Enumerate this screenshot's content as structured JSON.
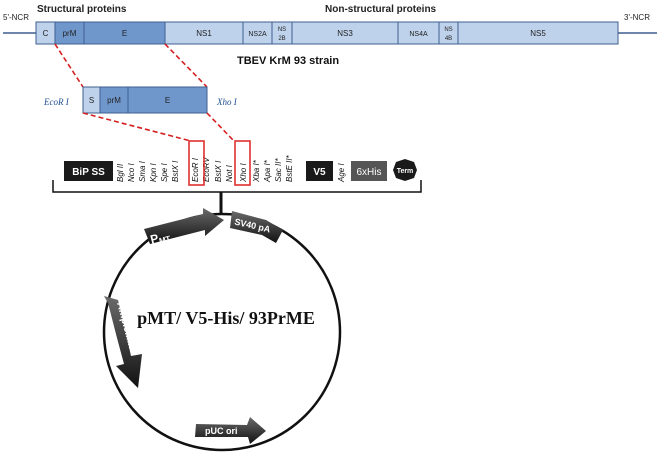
{
  "genome": {
    "header_structural": "Structural proteins",
    "header_nonstructural": "Non-structural proteins",
    "ncr_5": "5'-NCR",
    "ncr_3": "3'-NCR",
    "segments": {
      "c": "C",
      "prm": "prM",
      "e": "E",
      "ns1": "NS1",
      "ns2a": "NS2A",
      "ns2b_top": "NS",
      "ns2b_bottom": "2B",
      "ns3": "NS3",
      "ns4a": "NS4A",
      "ns4b_top": "NS",
      "ns4b_bottom": "4B",
      "ns5": "NS5"
    },
    "strain_title": "TBEV KrM 93 strain",
    "colors": {
      "dark_segment": "#6f97cc",
      "light_segment": "#bfd2ec",
      "outline": "#3f5f8f"
    }
  },
  "insert": {
    "left_site": "EcoR I",
    "right_site": "Xho I",
    "s": "S",
    "prm": "prM",
    "e": "E"
  },
  "mcs": {
    "bip_label": "BiP SS",
    "sites": {
      "bgl2": "Bgl II",
      "nco1": "Nco I",
      "sma1": "Sma I",
      "kpn1": "Kpn I",
      "spe1": "Spe I",
      "bstx1_a": "BstX I",
      "ecor1": "EcoR I",
      "ecorv": "EcoRV",
      "bstx1_b": "BstX I",
      "not1": "Not I",
      "xho1": "Xho I",
      "xba1": "Xba I*",
      "apa1": "Apa I*",
      "sac2": "Sac II*",
      "bste2": "BstE II*",
      "age1": "Age I"
    },
    "v5_label": "V5",
    "his_label": "6xHis",
    "term_label": "Term",
    "highlight_color": "#e03030"
  },
  "plasmid": {
    "name": "pMT/ V5-His/ 93PrME",
    "pmt_main": "P",
    "pmt_sub": "MT",
    "sv40": "SV40 pA",
    "ampicillin": "Ampicillin",
    "puc": "pUC ori"
  }
}
